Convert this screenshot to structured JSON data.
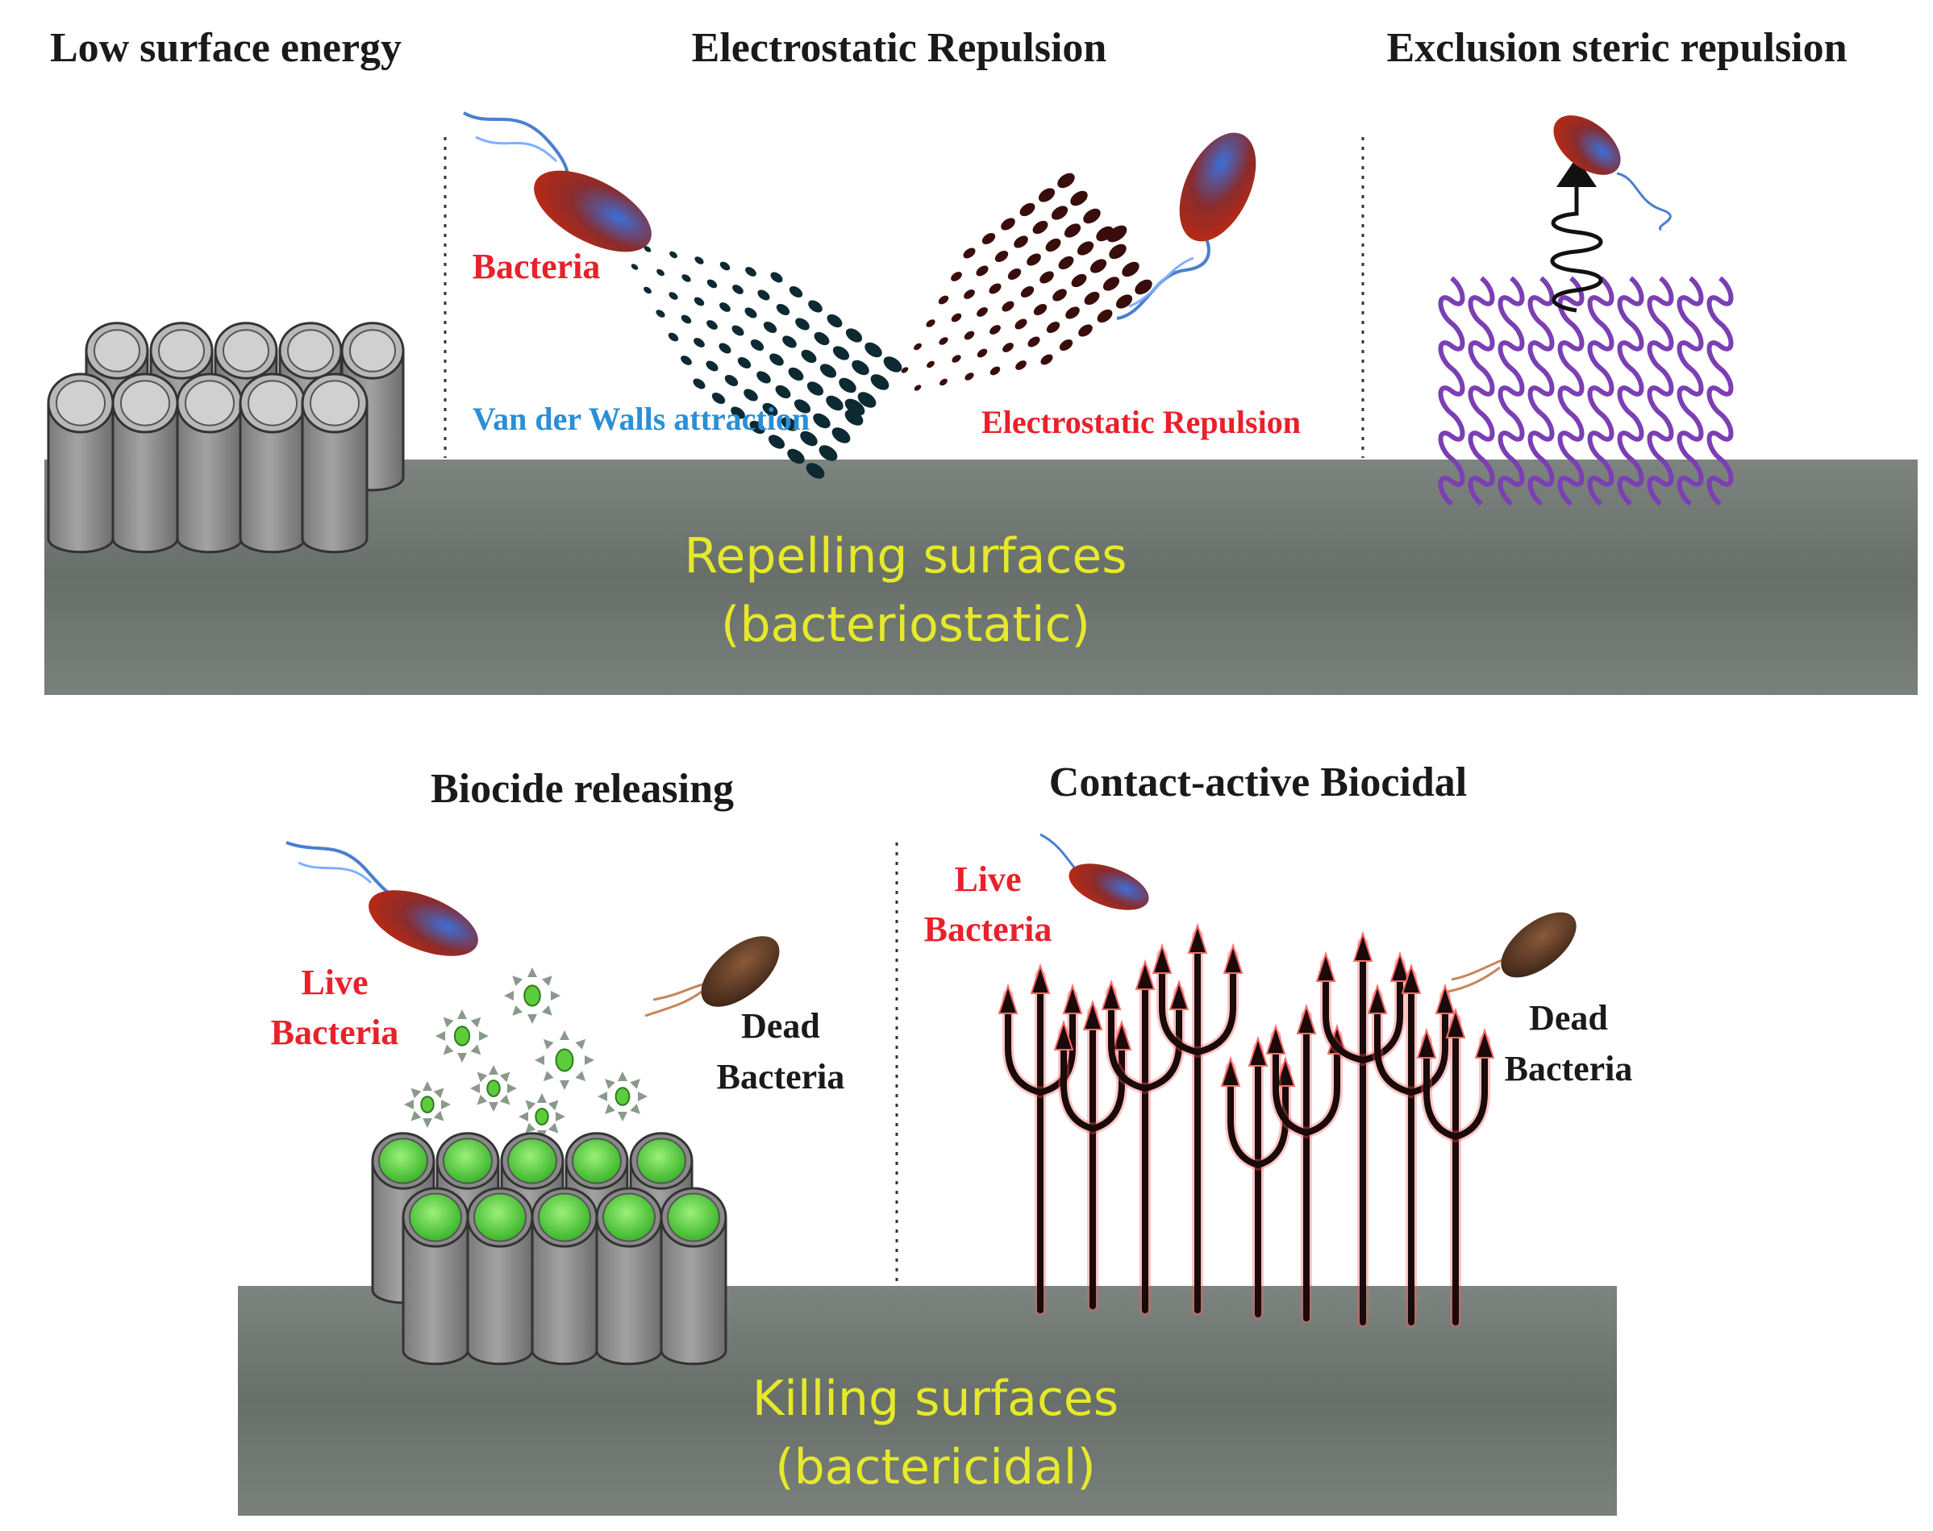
{
  "top": {
    "title_low_surface": "Low surface energy",
    "title_electrostatic": "Electrostatic Repulsion",
    "title_exclusion": "Exclusion steric repulsion",
    "label_bacteria": "Bacteria",
    "label_vdw": "Van der Walls attraction",
    "label_electrostatic": "Electrostatic Repulsion",
    "surface_line1": "Repelling surfaces",
    "surface_line2": "(bacteriostatic)"
  },
  "bottom": {
    "title_biocide": "Biocide releasing",
    "title_contact": "Contact-active Biocidal",
    "left_live_1": "Live",
    "left_live_2": "Bacteria",
    "left_dead_1": "Dead",
    "left_dead_2": "Bacteria",
    "right_live_1": "Live",
    "right_live_2": "Bacteria",
    "right_dead_1": "Dead",
    "right_dead_2": "Bacteria",
    "surface_line1": "Killing surfaces",
    "surface_line2": "(bactericidal)"
  },
  "colors": {
    "surface": "#6f7670",
    "accent_red": "#e8212a",
    "accent_blue": "#2a8fd6",
    "surface_text": "#e6e92a",
    "polymer": "#7b3fb3",
    "biocide_green": "#5ccc3a",
    "trident": "#1a0a0a"
  }
}
